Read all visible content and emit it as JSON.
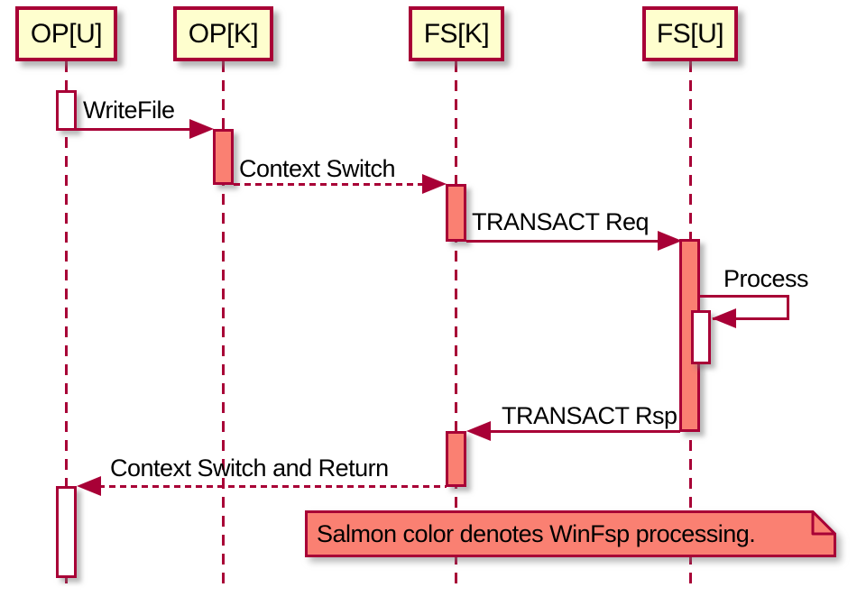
{
  "diagram_type": "sequence",
  "participants": [
    {
      "name": "OP[U]"
    },
    {
      "name": "OP[K]"
    },
    {
      "name": "FS[K]"
    },
    {
      "name": "FS[U]"
    }
  ],
  "messages": [
    {
      "label": "WriteFile",
      "from": "OP[U]",
      "to": "OP[K]",
      "style": "solid"
    },
    {
      "label": "Context Switch",
      "from": "OP[K]",
      "to": "FS[K]",
      "style": "dashed"
    },
    {
      "label": "TRANSACT Req",
      "from": "FS[K]",
      "to": "FS[U]",
      "style": "solid"
    },
    {
      "label": "Process",
      "from": "FS[U]",
      "to": "FS[U]",
      "style": "self"
    },
    {
      "label": "TRANSACT Rsp",
      "from": "FS[U]",
      "to": "FS[K]",
      "style": "solid"
    },
    {
      "label": "Context Switch and Return",
      "from": "FS[K]",
      "to": "OP[U]",
      "style": "dashed"
    }
  ],
  "note": {
    "text": "Salmon color denotes WinFsp processing."
  },
  "colors": {
    "participant_fill": "#FEFECE",
    "line": "#A80036",
    "salmon": "#FA8072",
    "activation_idle": "#FFFFFF",
    "background": "#FFFFFF",
    "text": "#000000"
  }
}
